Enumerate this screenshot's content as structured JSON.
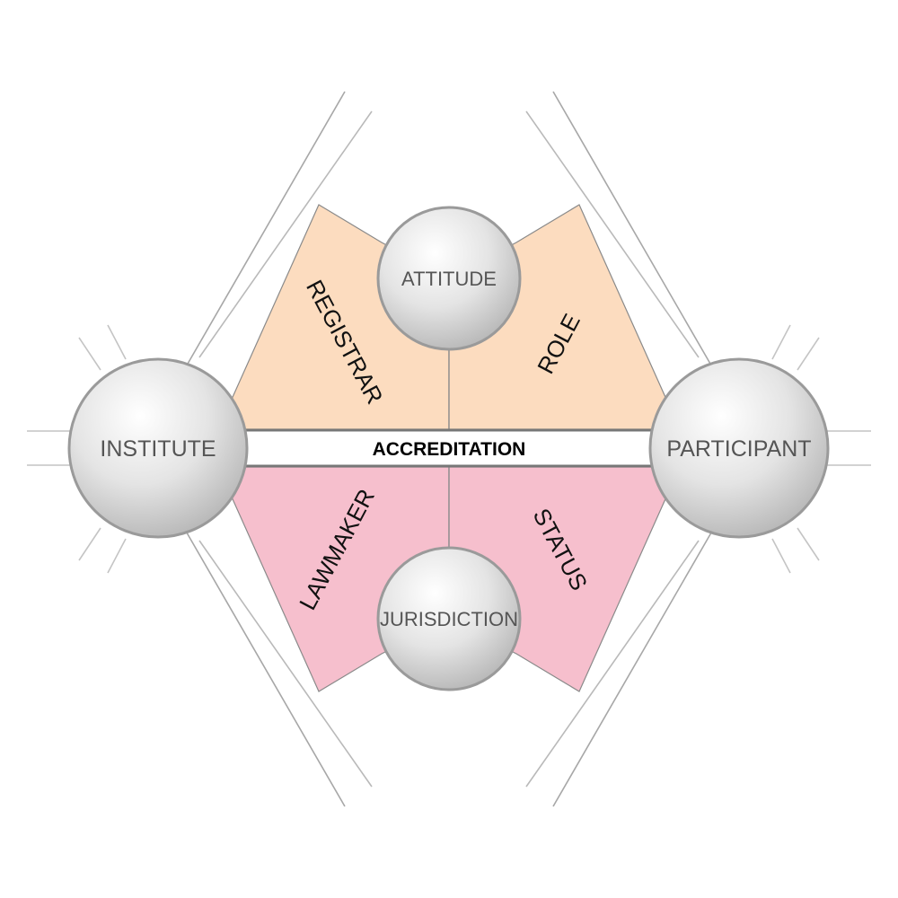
{
  "diagram": {
    "center_band": {
      "label": "ACCREDITATION"
    },
    "nodes": {
      "left": "INSTITUTE",
      "right": "PARTICIPANT",
      "top": "ATTITUDE",
      "bottom": "JURISDICTION"
    },
    "regions": {
      "top_left": "REGISTRAR",
      "top_right": "ROLE",
      "bottom_left": "LAWMAKER",
      "bottom_right": "STATUS"
    },
    "colors": {
      "top_fill": "#fcdcbf",
      "bottom_fill": "#f6bfcd",
      "line": "#8a8a8a",
      "node_fill": "#e2e2e2",
      "node_stroke": "#9a9a9a"
    }
  }
}
